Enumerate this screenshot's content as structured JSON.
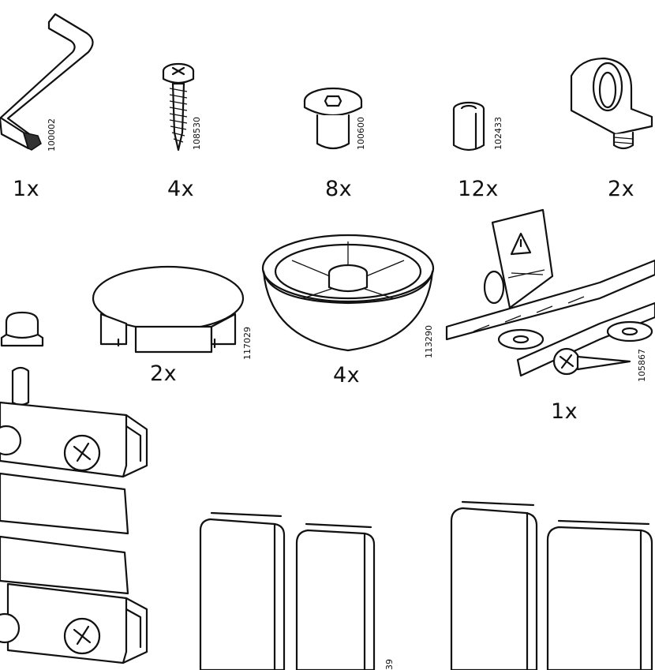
{
  "parts": [
    {
      "name": "allen-key",
      "qty": "1x",
      "code": "100002"
    },
    {
      "name": "screw",
      "qty": "4x",
      "code": "108530"
    },
    {
      "name": "connector-bolt",
      "qty": "8x",
      "code": "100600"
    },
    {
      "name": "dowel-sleeve",
      "qty": "12x",
      "code": "102433"
    },
    {
      "name": "shelf-support",
      "qty": "2x",
      "code": ""
    },
    {
      "name": "cover-cap",
      "qty": "2x",
      "code": "117029"
    },
    {
      "name": "foot",
      "qty": "4x",
      "code": "113290"
    },
    {
      "name": "wall-anchor-kit",
      "qty": "1x",
      "code": "105867"
    }
  ],
  "partial_code": "39",
  "icons": [
    "allen-key-icon",
    "screw-icon",
    "connector-bolt-icon",
    "dowel-sleeve-icon",
    "shelf-support-icon",
    "cover-cap-icon",
    "foot-icon",
    "wall-anchor-kit-icon",
    "hinge-bracket-icon",
    "glass-door-clip-icon",
    "warning-icon"
  ]
}
